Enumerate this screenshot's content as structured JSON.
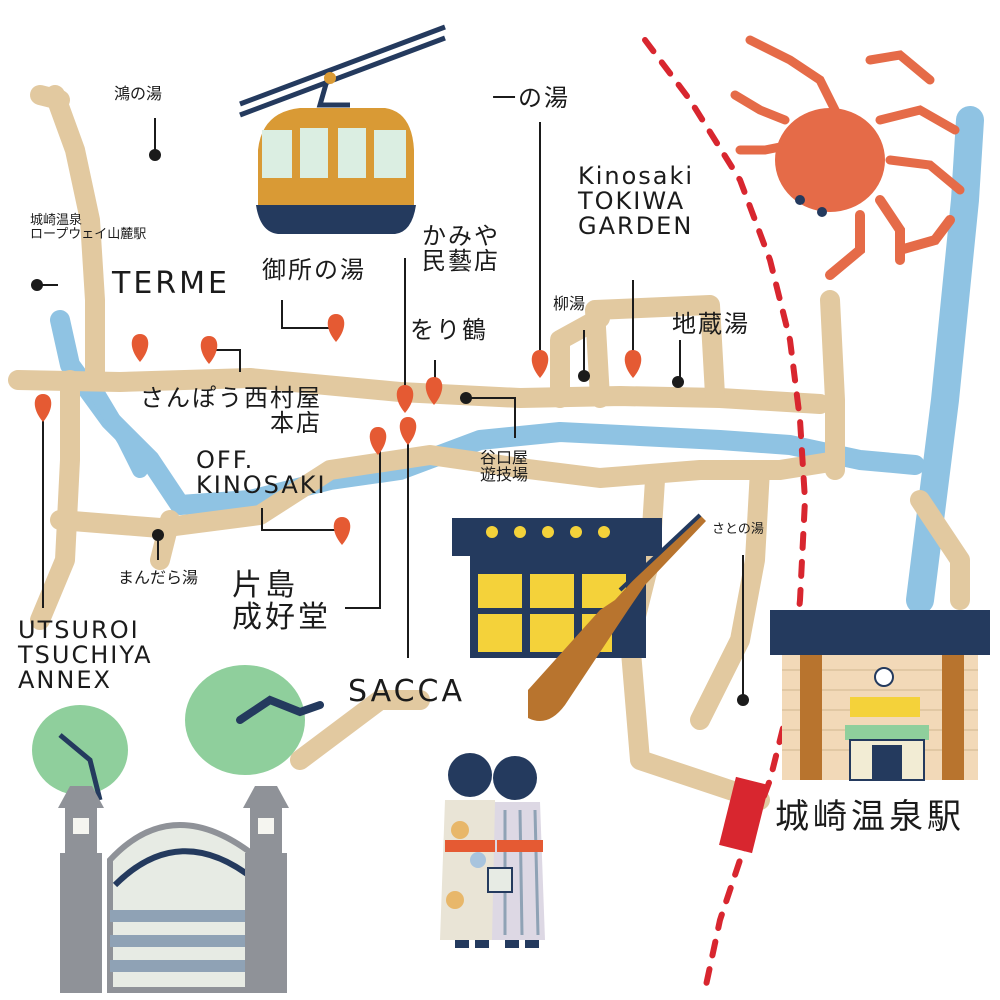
{
  "labels": {
    "kounoyu": "鴻の湯",
    "ropeway_station": "城崎温泉\nロープウェイ山麓駅",
    "terme": "TERME",
    "goshonoyu": "御所の湯",
    "kamiya": "かみや\n民藝店",
    "ichinoyu": "一の湯",
    "tokiwa_garden": "Kinosaki\nTOKIWA\nGARDEN",
    "yanagiyu": "柳湯",
    "jizouyu": "地蔵湯",
    "wotsuru": "をり鶴",
    "sanpo_nishimuraya": "さんぽう西村屋\n本店",
    "taniguchiya": "谷口屋\n遊技場",
    "off_kinosaki": "OFF.\nKINOSAKI",
    "satonoyu": "さとの湯",
    "mandarayu": "まんだら湯",
    "katashima": "片島\n成好堂",
    "utsuroi": "UTSUROI\nTSUCHIYA\nANNEX",
    "sacca": "SACCA",
    "station": "城崎温泉駅"
  },
  "colors": {
    "road": "#e2c9a0",
    "river": "#8fc3e3",
    "pin": "#e55a33",
    "railway": "#d8262f",
    "crab": "#e56b48",
    "gondola": "#d99a35",
    "navy": "#243a5e",
    "window_yellow": "#f4d23a",
    "station_wall": "#f2d9b8",
    "foliage": "#8fcf9c",
    "stone": "#8f9298"
  }
}
